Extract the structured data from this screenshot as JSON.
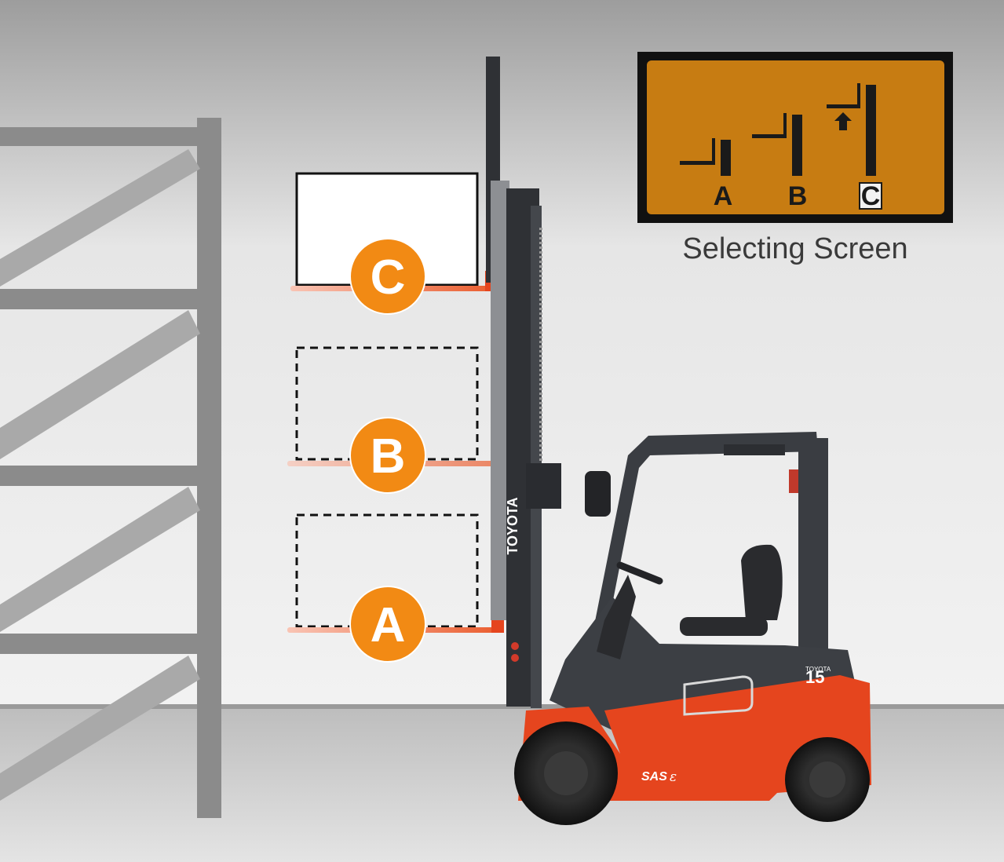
{
  "selecting_screen": {
    "caption": "Selecting Screen",
    "levels": [
      {
        "id": "A",
        "label": "A"
      },
      {
        "id": "B",
        "label": "B"
      },
      {
        "id": "C",
        "label": "C"
      }
    ],
    "selected": "C",
    "display_color": "#c77c12"
  },
  "fork_positions": [
    {
      "id": "A",
      "label": "A",
      "load_state": "outline"
    },
    {
      "id": "B",
      "label": "B",
      "load_state": "outline"
    },
    {
      "id": "C",
      "label": "C",
      "load_state": "solid"
    }
  ],
  "forklift": {
    "brand_mast": "TOYOTA",
    "model_badge": "15",
    "side_badge": "SAS",
    "side_badge_suffix": "ε",
    "brand_small": "TOYOTA"
  },
  "colors": {
    "badge_orange": "#f28a14",
    "forklift_red": "#e5451e",
    "body_dark": "#3c3f44",
    "rack_gray": "#8c8c8c"
  }
}
